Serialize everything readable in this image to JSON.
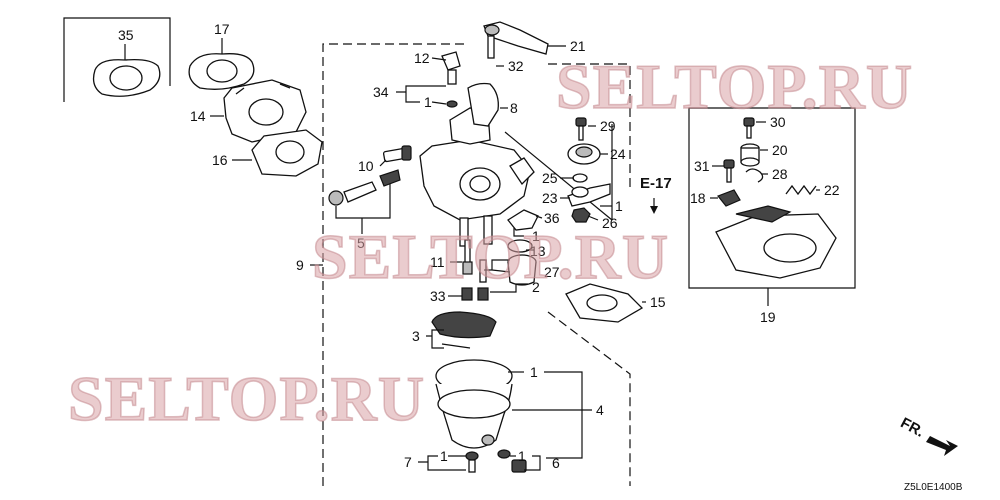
{
  "diagram": {
    "labels": {
      "l35": "35",
      "l17": "17",
      "l14": "14",
      "l16": "16",
      "l10": "10",
      "l5": "5",
      "l9": "9",
      "l12": "12",
      "l34": "34",
      "l1a": "1",
      "l8": "8",
      "l21": "21",
      "l32": "32",
      "l29": "29",
      "l24": "24",
      "l25": "25",
      "l23": "23",
      "l1b": "1",
      "l26": "26",
      "l36": "36",
      "l1c": "1",
      "l13": "13",
      "l11": "11",
      "l27": "27",
      "l33": "33",
      "l2": "2",
      "l3": "3",
      "l1d": "1",
      "l4": "4",
      "l1e": "1",
      "l6": "6",
      "l7": "7",
      "l1f": "1",
      "l15": "15",
      "l19": "19",
      "l30": "30",
      "l20": "20",
      "l31": "31",
      "l28": "28",
      "l18": "18",
      "l22": "22"
    },
    "reference": "E-17",
    "direction": "FR.",
    "drawing_code": "Z5L0E1400B"
  },
  "watermarks": {
    "top": "SELTOP.RU",
    "middle": "SELTOP.RU",
    "bottom": "SELTOP.RU"
  }
}
